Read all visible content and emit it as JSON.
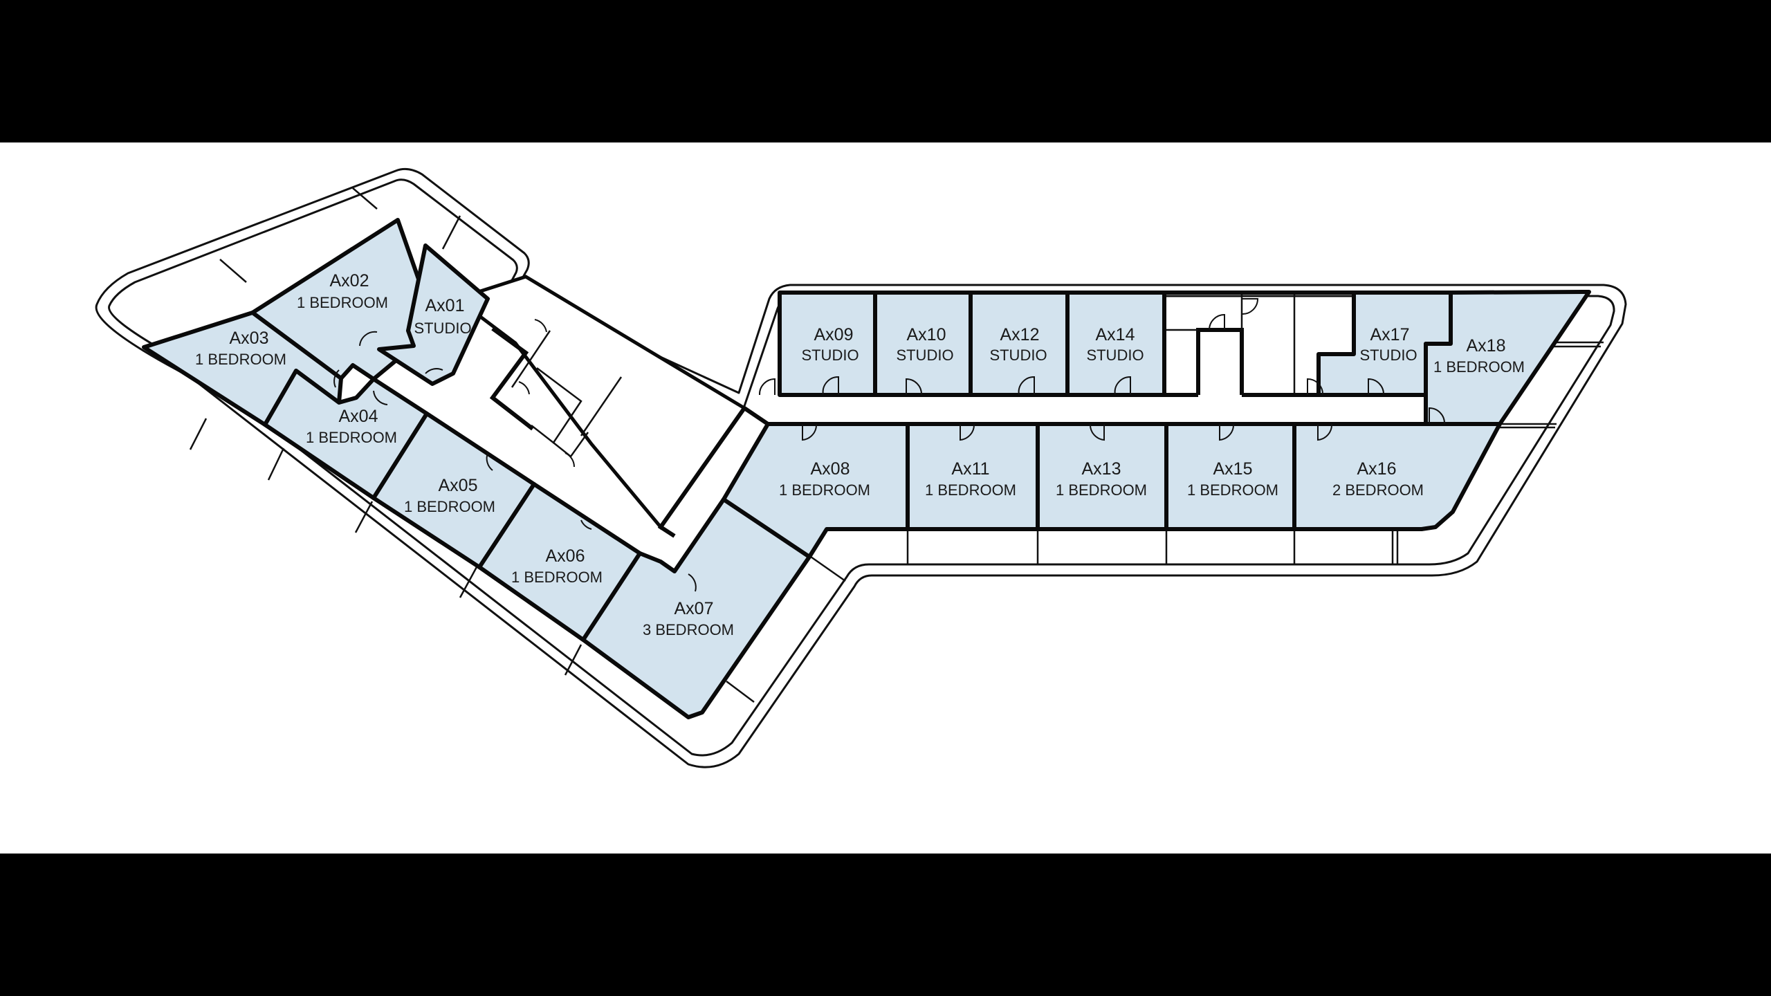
{
  "plan": {
    "fill_color": "#d3e3ee",
    "wall_color": "#0a0a0a",
    "background": "#ffffff",
    "letterbox_color": "#000000"
  },
  "units": [
    {
      "id": "Ax01",
      "type": "STUDIO"
    },
    {
      "id": "Ax02",
      "type": "1 BEDROOM"
    },
    {
      "id": "Ax03",
      "type": "1 BEDROOM"
    },
    {
      "id": "Ax04",
      "type": "1 BEDROOM"
    },
    {
      "id": "Ax05",
      "type": "1 BEDROOM"
    },
    {
      "id": "Ax06",
      "type": "1 BEDROOM"
    },
    {
      "id": "Ax07",
      "type": "3 BEDROOM"
    },
    {
      "id": "Ax08",
      "type": "1 BEDROOM"
    },
    {
      "id": "Ax09",
      "type": "STUDIO"
    },
    {
      "id": "Ax10",
      "type": "STUDIO"
    },
    {
      "id": "Ax11",
      "type": "1 BEDROOM"
    },
    {
      "id": "Ax12",
      "type": "STUDIO"
    },
    {
      "id": "Ax13",
      "type": "1 BEDROOM"
    },
    {
      "id": "Ax14",
      "type": "STUDIO"
    },
    {
      "id": "Ax15",
      "type": "1 BEDROOM"
    },
    {
      "id": "Ax16",
      "type": "2 BEDROOM"
    },
    {
      "id": "Ax17",
      "type": "STUDIO"
    },
    {
      "id": "Ax18",
      "type": "1 BEDROOM"
    }
  ]
}
